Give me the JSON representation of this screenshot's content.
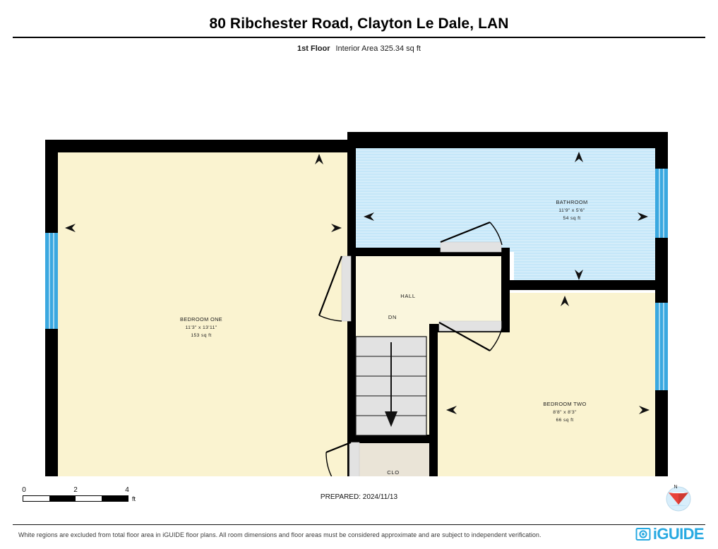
{
  "header": {
    "title": "80 Ribchester Road, Clayton Le Dale, LAN",
    "floor_label": "1st Floor",
    "area_text": "Interior Area 325.34 sq ft"
  },
  "plan": {
    "rooms": [
      {
        "id": "bedroom-one",
        "name": "BEDROOM ONE",
        "dimensions": "11'3\" x 13'11\"",
        "area": "153 sq ft",
        "fill": "#faf3d0"
      },
      {
        "id": "bathroom",
        "name": "BATHROOM",
        "dimensions": "11'9\" x 5'6\"",
        "area": "54 sq ft",
        "fill": "#c5e7f9"
      },
      {
        "id": "bedroom-two",
        "name": "BEDROOM TWO",
        "dimensions": "8'8\" x 8'3\"",
        "area": "66 sq ft",
        "fill": "#faf3d0"
      },
      {
        "id": "hall",
        "name": "HALL",
        "dimensions": "",
        "area": "",
        "fill": "#faf6dd"
      },
      {
        "id": "closet",
        "name": "CLO",
        "dimensions": "",
        "area": "",
        "fill": "#eae4d7"
      }
    ],
    "stairs_label": "DN",
    "colors": {
      "wall": "#000000",
      "window": "#3aa8e0",
      "door_panel": "#e2e2e2",
      "stairs": "#e2e2e2",
      "excluded": "#eae4d7"
    }
  },
  "scale": {
    "ticks": [
      "0",
      "2",
      "4"
    ],
    "unit": "ft"
  },
  "prepared": "PREPARED: 2024/11/13",
  "compass": {
    "north_label": "N"
  },
  "footer": {
    "disclaimer": "White regions are excluded from total floor area in iGUIDE floor plans. All room dimensions and floor areas must be considered approximate and are subject to independent verification.",
    "brand": "iGUIDE"
  }
}
